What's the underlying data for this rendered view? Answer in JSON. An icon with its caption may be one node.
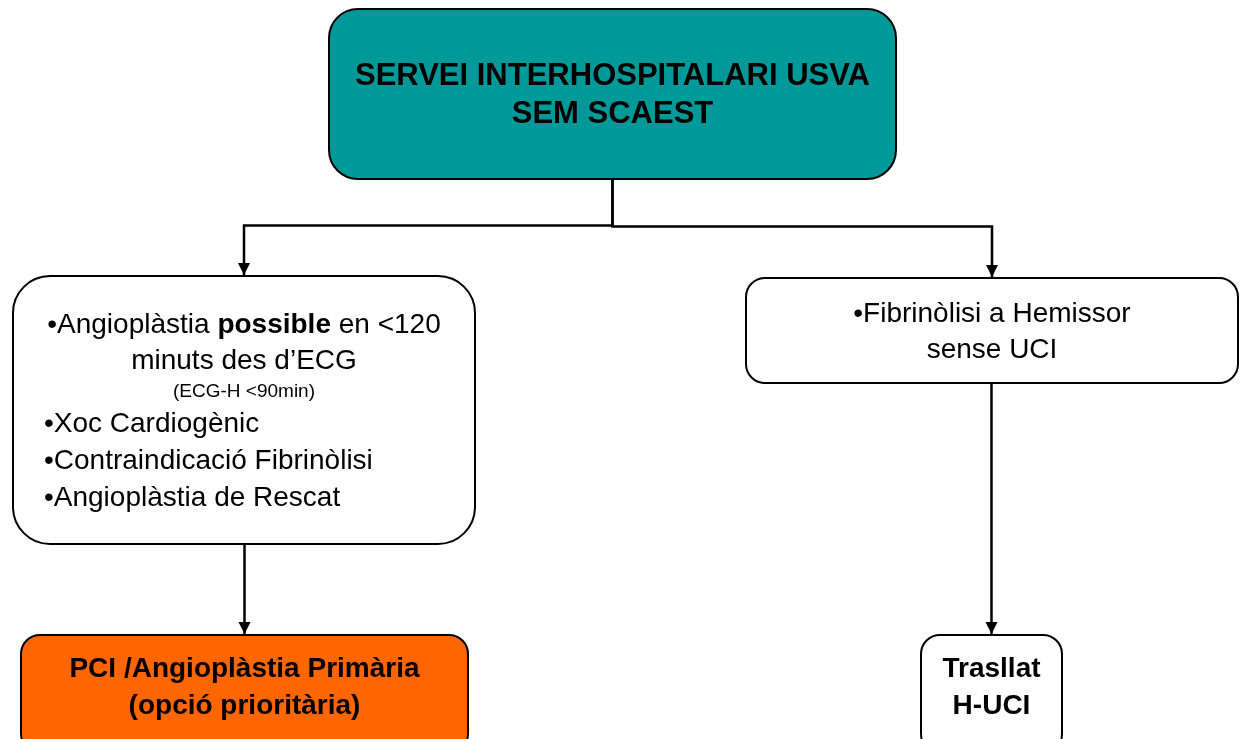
{
  "diagram": {
    "nodes": [
      {
        "text": [
          "SERVEI INTERHOSPITALARI USVA SEM SCAEST"
        ]
      },
      {
        "text": [
          "•Angioplàstia **possible** en <120 minuts des d’ECG",
          "(ECG-H <90min)",
          "•Xoc Cardiogènic",
          "•Contraindicació Fibrinòlisi",
          "•Angioplàstia de Rescat"
        ]
      },
      {
        "text": [
          "•Fibrinòlisi a Hemissor sense UCI"
        ]
      },
      {
        "text": [
          "PCI /Angioplàstia Primària (opció prioritària)"
        ]
      },
      {
        "text": [
          "Trasllat H-UCI"
        ]
      }
    ],
    "edges": [
      {
        "from": 0,
        "to": 1,
        "arrow": "to"
      },
      {
        "from": 0,
        "to": 2,
        "arrow": "to"
      },
      {
        "from": 1,
        "to": 3,
        "arrow": "to"
      },
      {
        "from": 2,
        "to": 4,
        "arrow": "to"
      }
    ]
  }
}
